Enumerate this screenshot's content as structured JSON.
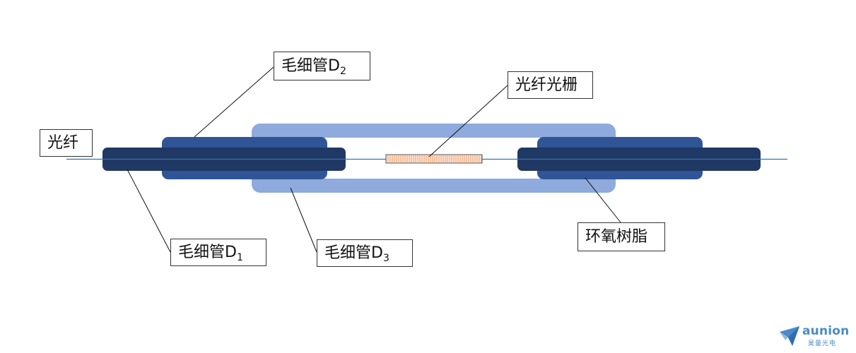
{
  "labels": {
    "fiber": "光纤",
    "capillary_d2": {
      "text": "毛细管D",
      "sub": "2"
    },
    "fbg": "光纤光栅",
    "capillary_d1": {
      "text": "毛细管D",
      "sub": "1"
    },
    "capillary_d3": {
      "text": "毛细管D",
      "sub": "3"
    },
    "epoxy": "环氧树脂"
  },
  "logo": {
    "name": "aunion",
    "chinese": "昊量光电"
  },
  "colors": {
    "capillary_d1": "#203864",
    "capillary_d2": "#2f5597",
    "capillary_d3": "#8faadc",
    "fiber": "#2e75b6",
    "grating": "#f4b183",
    "logo": "#4a8bcb"
  }
}
